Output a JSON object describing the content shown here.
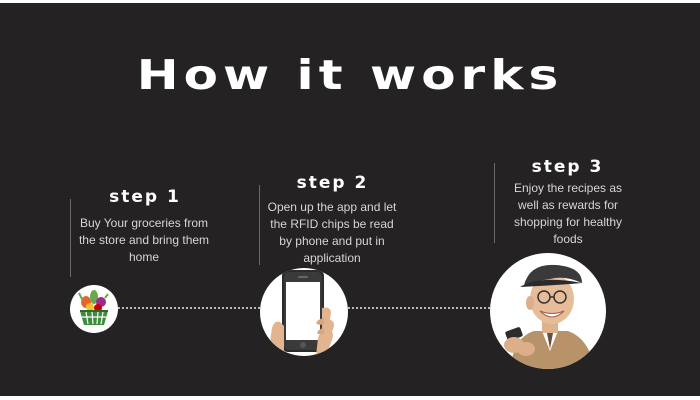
{
  "page": {
    "title": "How it works"
  },
  "steps": [
    {
      "label": "step 1",
      "text": "Buy Your groceries from the store and bring them home",
      "image": "grocery-basket-icon"
    },
    {
      "label": "step 2",
      "text": "Open up the app and let the RFID chips be read by phone and put in application",
      "image": "hand-holding-phone"
    },
    {
      "label": "step 3",
      "text": "Enjoy the recipes as well as rewards for shopping for healthy foods",
      "image": "happy-man-with-phone"
    }
  ],
  "colors": {
    "background": "#242222",
    "text": "#ffffff",
    "body_text": "#d8d6d2",
    "divider": "#6d6a66"
  }
}
